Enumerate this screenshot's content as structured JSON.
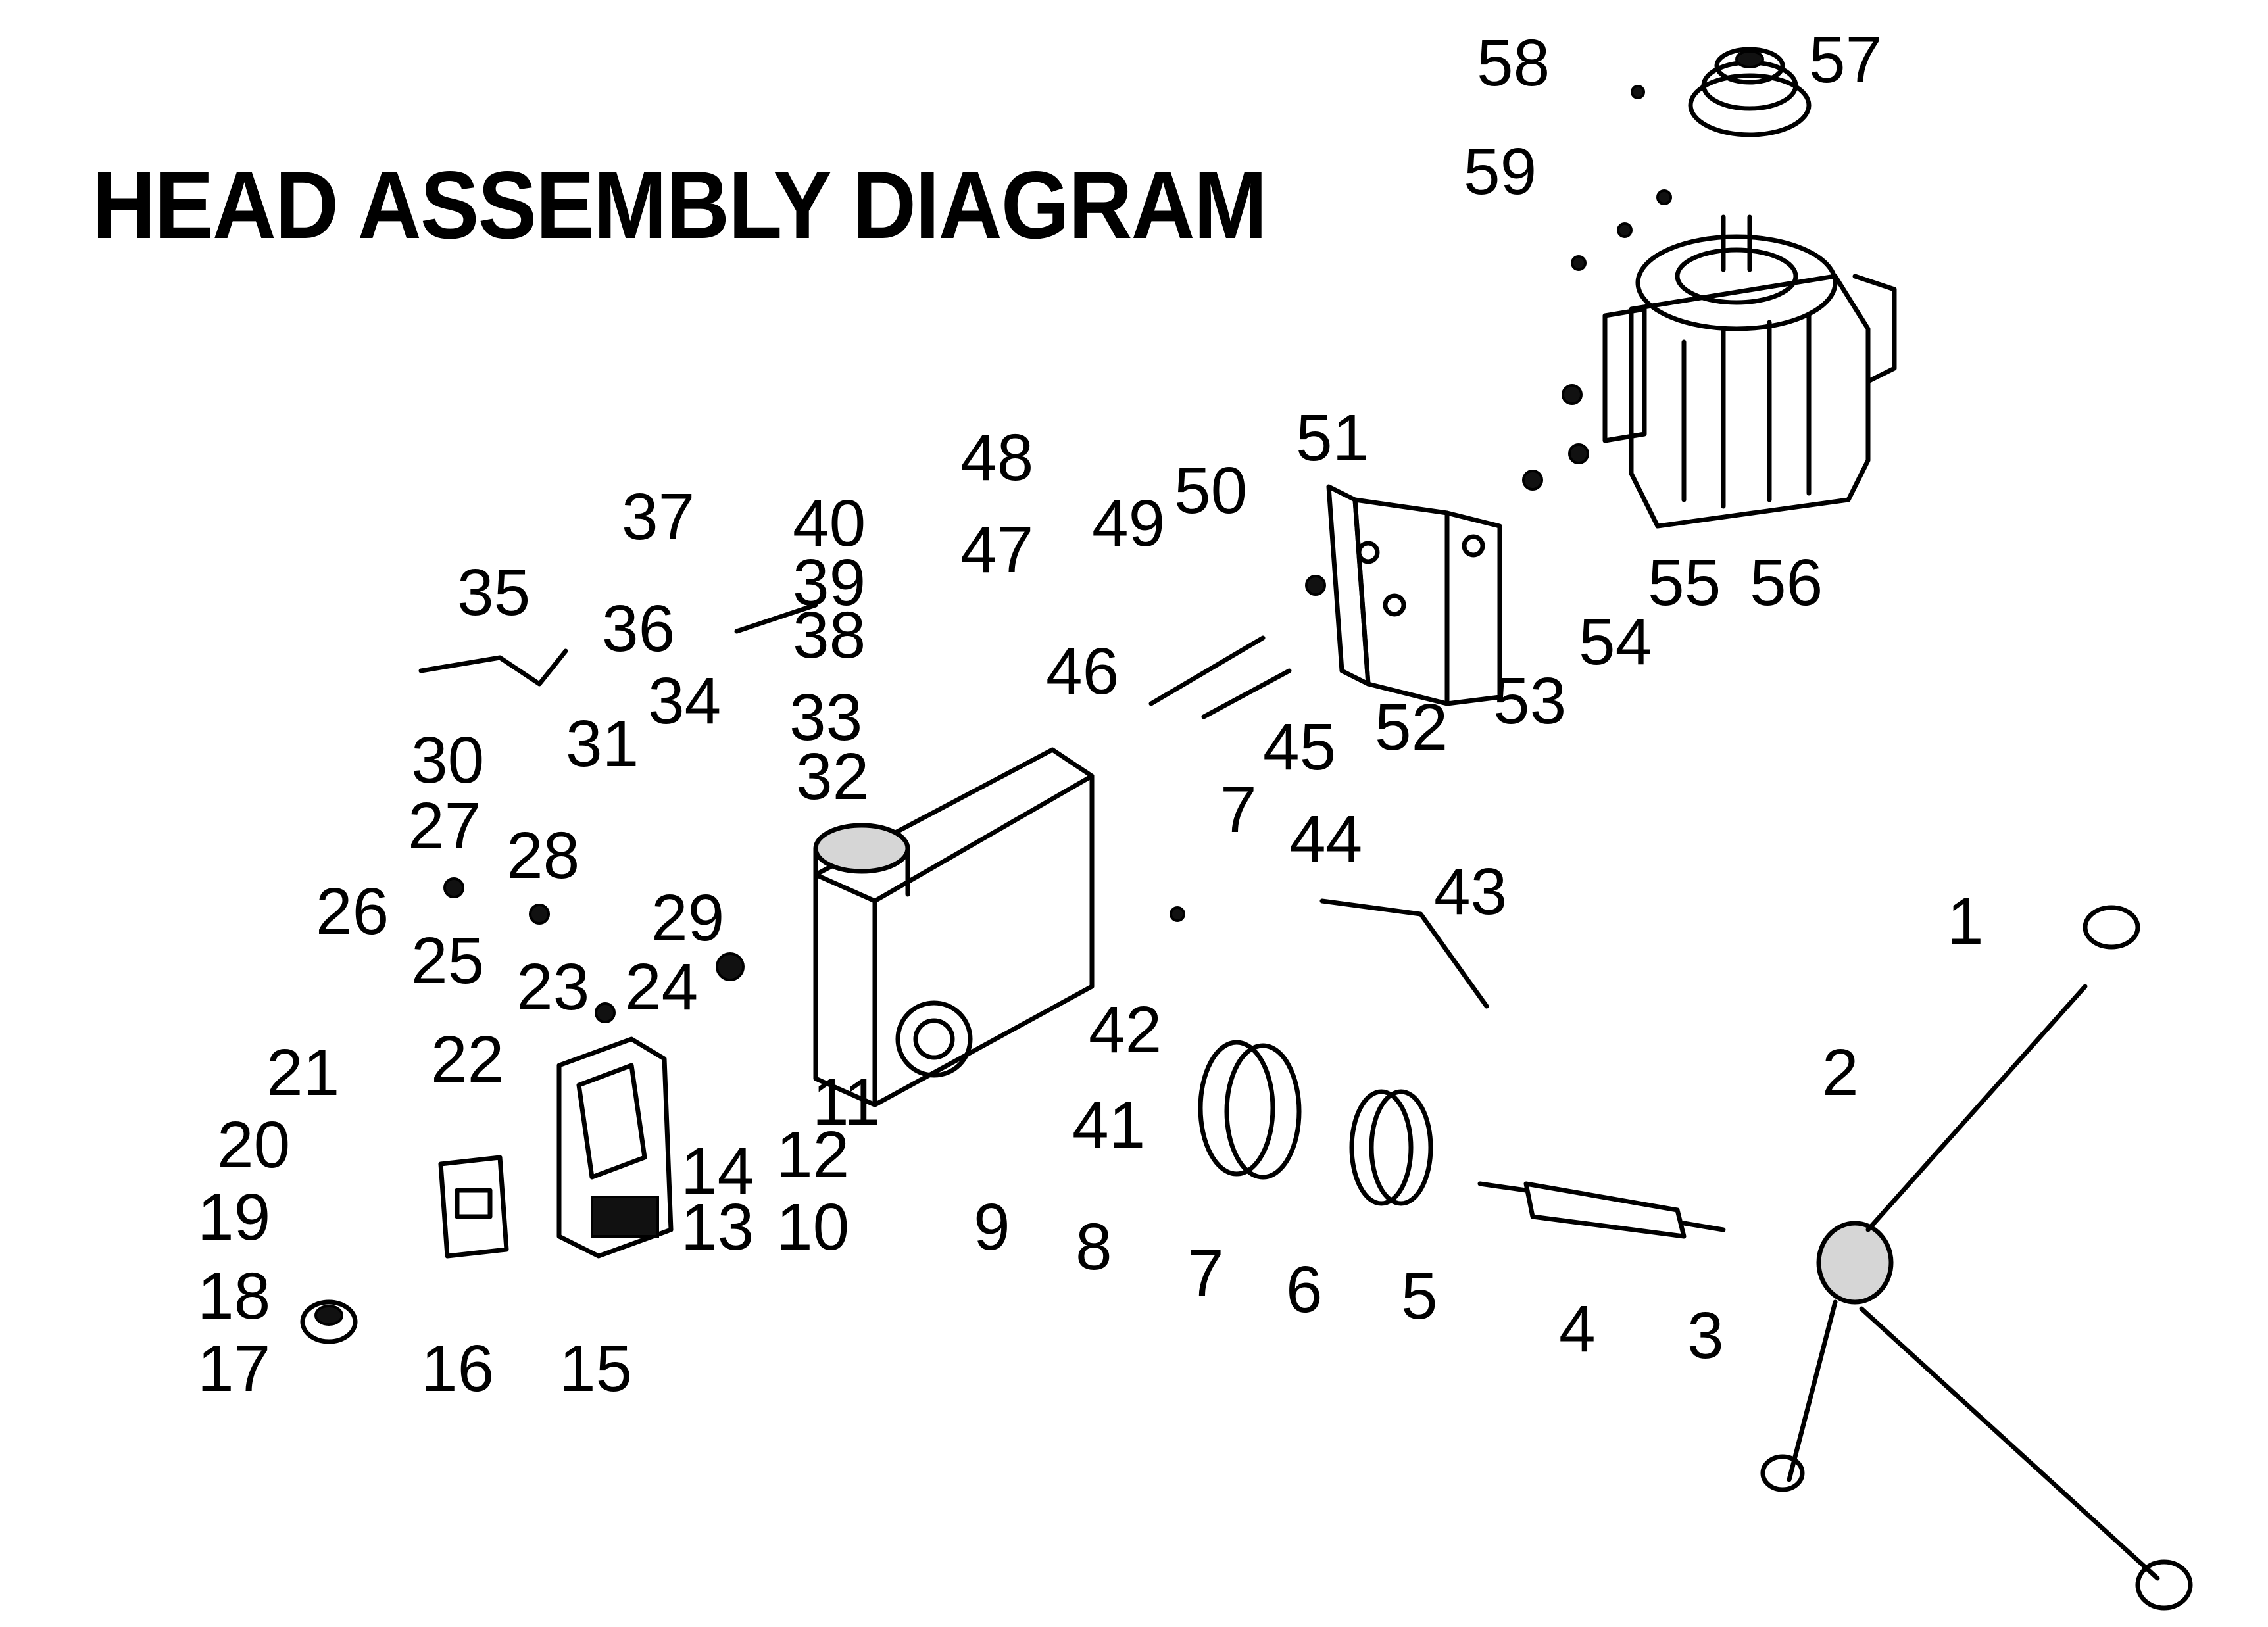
{
  "title": "HEAD ASSEMBLY DIAGRAM",
  "callouts": [
    "1",
    "2",
    "3",
    "4",
    "5",
    "6",
    "7",
    "8",
    "9",
    "10",
    "11",
    "12",
    "13",
    "14",
    "15",
    "16",
    "17",
    "18",
    "19",
    "20",
    "21",
    "22",
    "23",
    "24",
    "25",
    "26",
    "27",
    "28",
    "29",
    "30",
    "31",
    "32",
    "33",
    "34",
    "35",
    "36",
    "37",
    "38",
    "39",
    "40",
    "41",
    "42",
    "43",
    "44",
    "45",
    "46",
    "47",
    "48",
    "49",
    "50",
    "51",
    "52",
    "53",
    "54",
    "55",
    "56",
    "57",
    "58",
    "59"
  ],
  "callout_7_repeat": "7"
}
